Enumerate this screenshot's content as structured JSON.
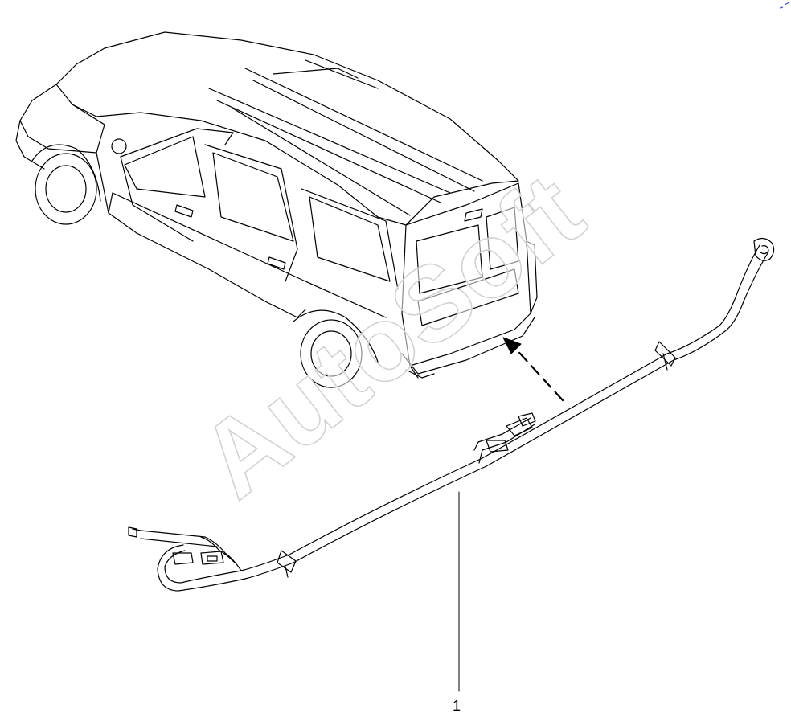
{
  "watermark": {
    "text": "AutoSoft"
  },
  "callouts": [
    {
      "number": "1",
      "target": "rear-bumper-wiring-harness"
    }
  ],
  "colors": {
    "line": "#000000",
    "watermark_fill": "#ffffff",
    "watermark_stroke": "#d2d2d2",
    "mark": "#4a4fd0"
  }
}
